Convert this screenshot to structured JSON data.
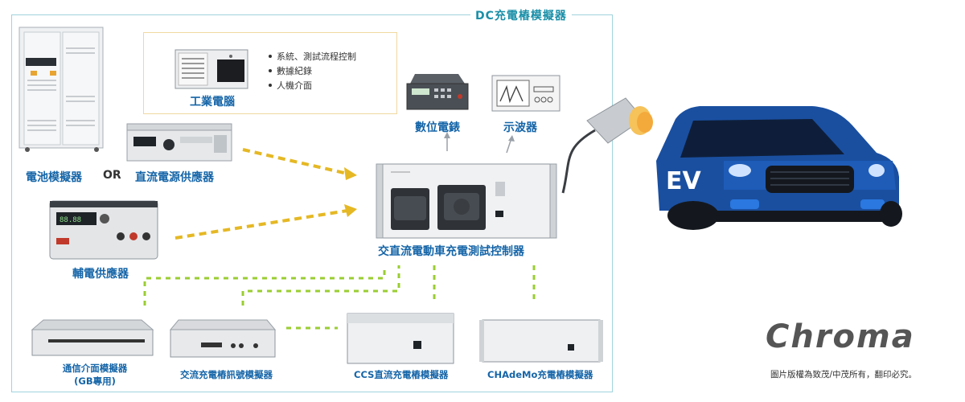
{
  "frame": {
    "title": "DC充電樁模擬器"
  },
  "ipc": {
    "label": "工業電腦",
    "bullets": [
      "系統、測試流程控制",
      "數據紀錄",
      "人機介面"
    ]
  },
  "labels": {
    "battery_sim": "電池模擬器",
    "or": "OR",
    "dc_supply": "直流電源供應器",
    "aux_supply": "輔電供應器",
    "dmm": "數位電錶",
    "scope": "示波器",
    "controller": "交直流電動車充電測試控制器",
    "comm_sim_line1": "通信介面模擬器",
    "comm_sim_line2": "(GB專用)",
    "ac_signal_sim": "交流充電樁訊號模擬器",
    "ccs_sim": "CCS直流充電樁模擬器",
    "chademo_sim": "CHAdeMo充電樁模擬器",
    "ev_badge": "EV"
  },
  "brand": {
    "logo": "Chroma",
    "copyright": "圖片版權為致茂/中茂所有，翻印必究。"
  },
  "colors": {
    "accent": "#1565a8",
    "frame": "#9fd3dd",
    "yellow_arrow": "#e5b824",
    "green_link": "#9acd32",
    "car_body": "#1a4fa0"
  }
}
